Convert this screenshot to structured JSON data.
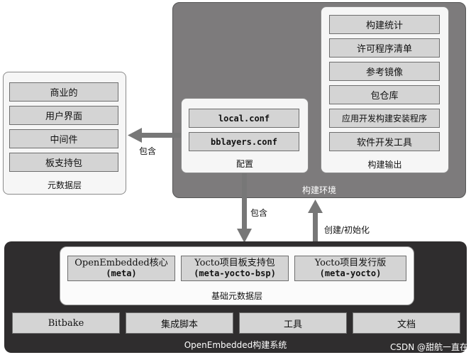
{
  "metadata_layer": {
    "items": [
      "商业的",
      "用户界面",
      "中间件",
      "板支持包"
    ],
    "label": "元数据层"
  },
  "build_env": {
    "label": "构建环境",
    "config": {
      "files": [
        "local.conf",
        "bblayers.conf"
      ],
      "label": "配置"
    },
    "output": {
      "items": [
        "构建统计",
        "许可程序清单",
        "参考镜像",
        "包仓库",
        "应用开发构建安装程序",
        "软件开发工具"
      ],
      "label": "构建输出"
    }
  },
  "arrows": {
    "contains_left": "包含",
    "contains_down": "包含",
    "create_init": "创建/初始化"
  },
  "oe_system": {
    "label": "OpenEmbedded构建系统",
    "base_layers": {
      "label": "基础元数据层",
      "items": [
        {
          "title": "OpenEmbedded核心",
          "sub": "(meta)"
        },
        {
          "title": "Yocto项目板支持包",
          "sub": "(meta-yocto-bsp)"
        },
        {
          "title": "Yocto项目发行版",
          "sub": "(meta-yocto)"
        }
      ]
    },
    "tools": [
      "Bitbake",
      "集成脚本",
      "工具",
      "文档"
    ]
  },
  "watermark": "CSDN @甜航一直在"
}
